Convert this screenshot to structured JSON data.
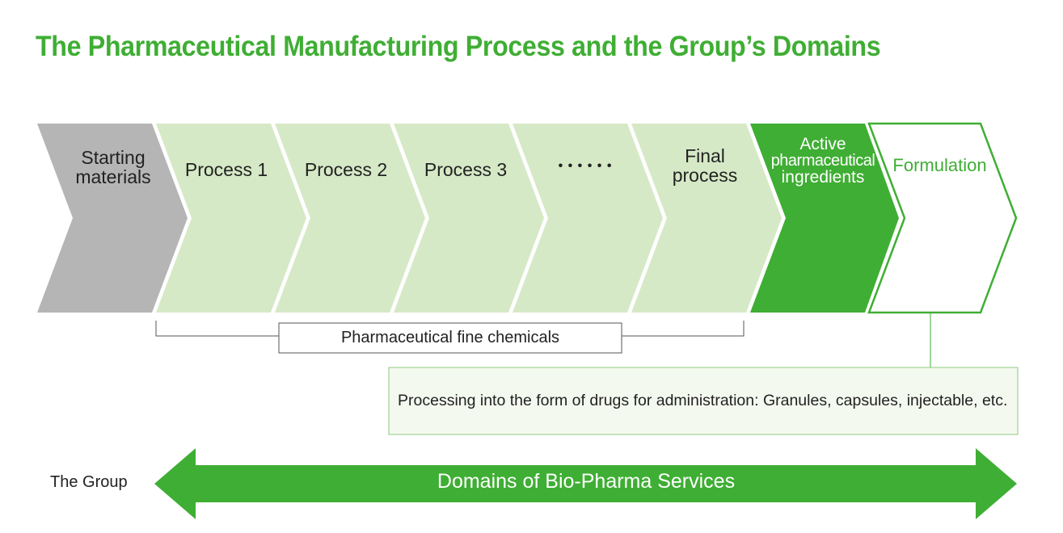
{
  "title": "The Pharmaceutical Manufacturing Process and the Group’s Domains",
  "steps": {
    "starting": [
      "Starting",
      "materials"
    ],
    "p1": "Process 1",
    "p2": "Process 2",
    "p3": "Process 3",
    "ellipsis": "• • • • • •",
    "final": [
      "Final",
      "process"
    ],
    "api": [
      "Active",
      "pharmaceutical",
      "ingredients"
    ],
    "formulation": "Formulation"
  },
  "fine_chemicals": "Pharmaceutical fine chemicals",
  "formulation_desc": "Processing into the form of drugs for administration: Granules, capsules, injectable, etc.",
  "group_label": "The Group",
  "domains_label": "Domains of Bio-Pharma Services",
  "colors": {
    "title_green": "#3fae34",
    "gray_step": "#b5b5b5",
    "light_green_step": "#d6e9c6",
    "dark_green_step": "#3fae34",
    "box_fill": "#f4f9ef"
  }
}
